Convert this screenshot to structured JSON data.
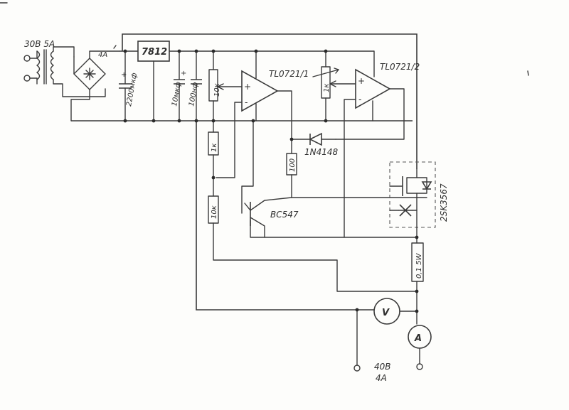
{
  "labels": {
    "transformer": "30В 5А",
    "fuse": "4А",
    "regulator": "7812",
    "cap_main": "2200мкф",
    "cap_10uf": "10мкф",
    "cap_100n": "100нф",
    "pot_10k": "10к",
    "opamp1": "TL0721/1",
    "opamp2": "TL0721/2",
    "pot_1k": "1к",
    "diode": "1N4148",
    "res_1k": "1к",
    "res_100": "100",
    "res_10k": "10к",
    "transistor": "BC547",
    "mosfet": "2SK3567",
    "shunt": "0,1 5W",
    "voltmeter": "V",
    "ammeter": "A",
    "output_voltage": "40В",
    "output_current": "4А",
    "plus": "+",
    "minus": "-"
  }
}
